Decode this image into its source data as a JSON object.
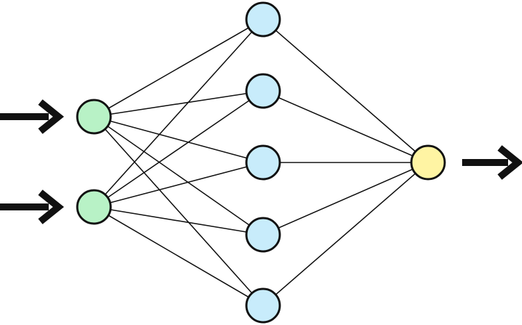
{
  "diagram": {
    "type": "neural-network",
    "layers": [
      {
        "name": "input",
        "node_count": 2,
        "fill": "#b8f2c6"
      },
      {
        "name": "hidden",
        "node_count": 5,
        "fill": "#c8ecfb"
      },
      {
        "name": "output",
        "node_count": 1,
        "fill": "#fff4a3"
      }
    ],
    "connectivity": "fully-connected",
    "input_arrows": 2,
    "output_arrows": 1,
    "node_stroke": "#111111",
    "edge_color": "#111111",
    "arrow_color": "#111111",
    "background": "#ffffff"
  }
}
